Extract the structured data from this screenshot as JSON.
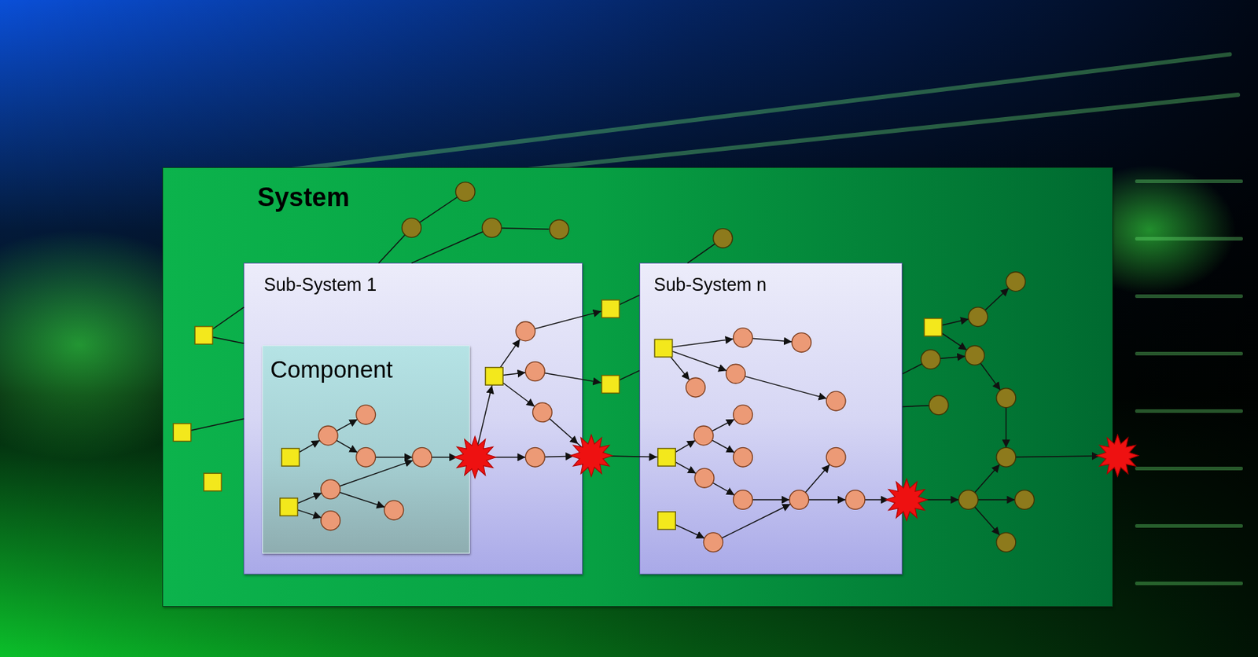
{
  "diagram": {
    "nodes": [
      {
        "text": [
          "System"
        ]
      },
      {
        "text": [
          "Sub-System 1"
        ],
        "in": 0
      },
      {
        "text": [
          "Component"
        ],
        "in": 1
      },
      {
        "text": [
          "Sub-System n"
        ],
        "in": 0
      }
    ]
  }
}
